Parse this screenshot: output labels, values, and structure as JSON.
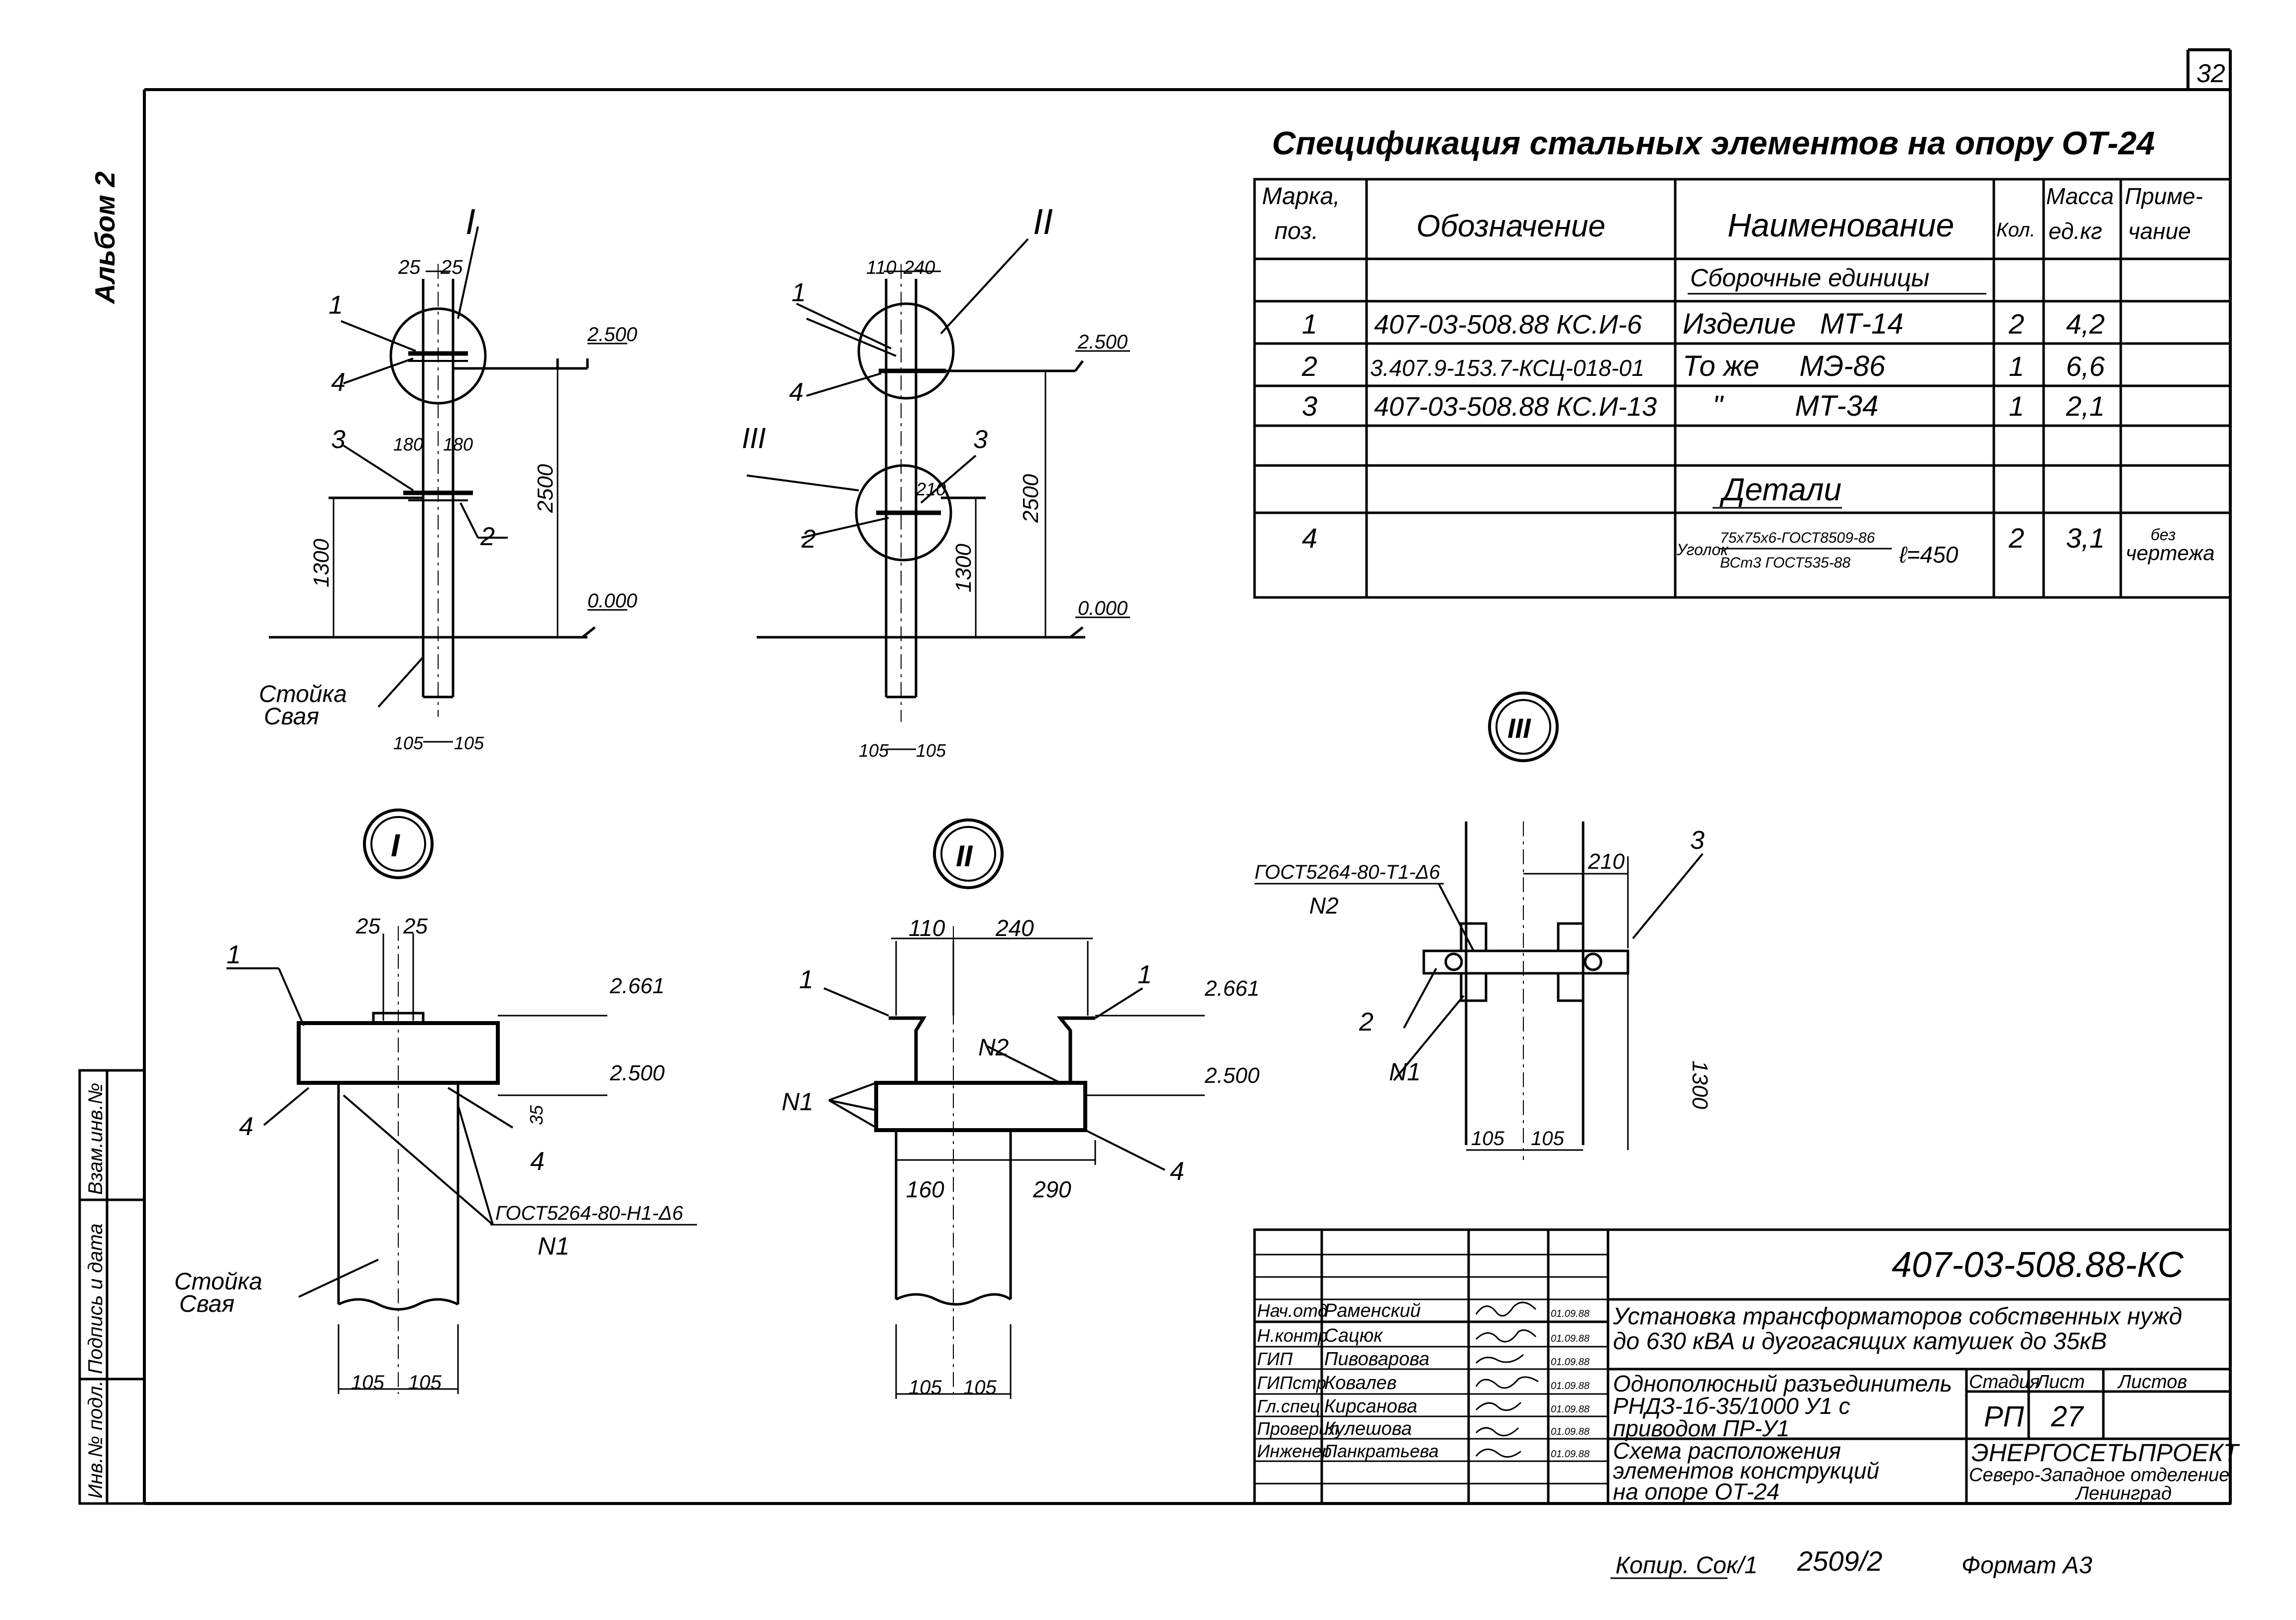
{
  "page_number": "32",
  "album_label": "Альбом 2",
  "spec": {
    "title": "Спецификация стальных элементов на опору ОТ-24",
    "headers": {
      "mark": "Марка,",
      "mark2": "поз.",
      "designation": "Обозначение",
      "name": "Наименование",
      "qty": "Кол.",
      "mass": "Масса",
      "mass2": "ед.кг",
      "note": "Приме-",
      "note2": "чание"
    },
    "section_assemblies": "Сборочные единицы",
    "section_details": "Детали",
    "rows": [
      {
        "pos": "1",
        "designation": "407-03-508.88 КС.И-6",
        "name": "Изделие   МТ-14",
        "qty": "2",
        "mass": "4,2",
        "note": ""
      },
      {
        "pos": "2",
        "designation": "3.407.9-153.7-КСЦ-018-01",
        "name": "То же     МЭ-86",
        "qty": "1",
        "mass": "6,6",
        "note": ""
      },
      {
        "pos": "3",
        "designation": "407-03-508.88 КС.И-13",
        "name": "\"         МТ-34",
        "qty": "1",
        "mass": "2,1",
        "note": ""
      }
    ],
    "detail_row": {
      "pos": "4",
      "name_prefix": "Уголок",
      "name_top": "75х75х6-ГОСТ8509-86",
      "name_bottom": "ВСт3 ГОСТ535-88",
      "length": "ℓ=450",
      "qty": "2",
      "mass": "3,1",
      "note": "без",
      "note2": "чертежа"
    }
  },
  "elevations": {
    "e2500": "2.500",
    "e0000": "0.000",
    "e2661": "2.661"
  },
  "dims": {
    "d25": "25",
    "d180": "180",
    "d2500": "2500",
    "d1300": "1300",
    "d105": "105",
    "d110": "110",
    "d240": "240",
    "d210": "210",
    "d160": "160",
    "d290": "290",
    "d35": "35"
  },
  "labels": {
    "roman1": "I",
    "roman2": "II",
    "roman3": "III",
    "p1": "1",
    "p2": "2",
    "p3": "3",
    "p4": "4",
    "stand": "Стойка",
    "pile": "Свая",
    "weld_h1": "ГОСТ5264-80-Н1-Δ6",
    "weld_t1": "ГОСТ5264-80-Т1-Δ6",
    "n1": "N1",
    "n2": "N2"
  },
  "side_stamp": {
    "s1": "Инв.№ подл.",
    "s2": "Подпись и дата",
    "s3": "Взам.инв.№"
  },
  "title_block": {
    "code": "407-03-508.88-КС",
    "project": "Установка трансформаторов собственных нужд",
    "project2": "до 630 кВА и дугогасящих катушек до 35кВ",
    "sheet_title": "Однополюсный разъединитель",
    "sheet_title2": "РНДЗ-1б-35/1000 У1 с",
    "sheet_title3": "приводом ПР-У1",
    "drawing_title": "Схема расположения",
    "drawing_title2": "элементов конструкций",
    "drawing_title3": "на опоре ОТ-24",
    "stage_h": "Стадия",
    "sheet_h": "Лист",
    "sheets_h": "Листов",
    "stage": "РП",
    "sheet": "27",
    "org": "ЭНЕРГОСЕТЬПРОЕКТ",
    "org2": "Северо-Западное отделение",
    "org3": "Ленинград",
    "staff": [
      {
        "role": "Нач.отд",
        "name": "Раменский",
        "date": "01.09.88"
      },
      {
        "role": "Н.контр",
        "name": "Сацюк",
        "date": "01.09.88"
      },
      {
        "role": "ГИП",
        "name": "Пивоварова",
        "date": "01.09.88"
      },
      {
        "role": "ГИПстр",
        "name": "Ковалев",
        "date": "01.09.88"
      },
      {
        "role": "Гл.спец.",
        "name": "Кирсанова",
        "date": "01.09.88"
      },
      {
        "role": "Проверил",
        "name": "Кулешова",
        "date": "01.09.88"
      },
      {
        "role": "Инженер",
        "name": "Панкратьева",
        "date": "01.09.88"
      }
    ]
  },
  "footer": {
    "copy": "Копир. Сок/1",
    "num": "2509/2",
    "format": "Формат А3"
  }
}
